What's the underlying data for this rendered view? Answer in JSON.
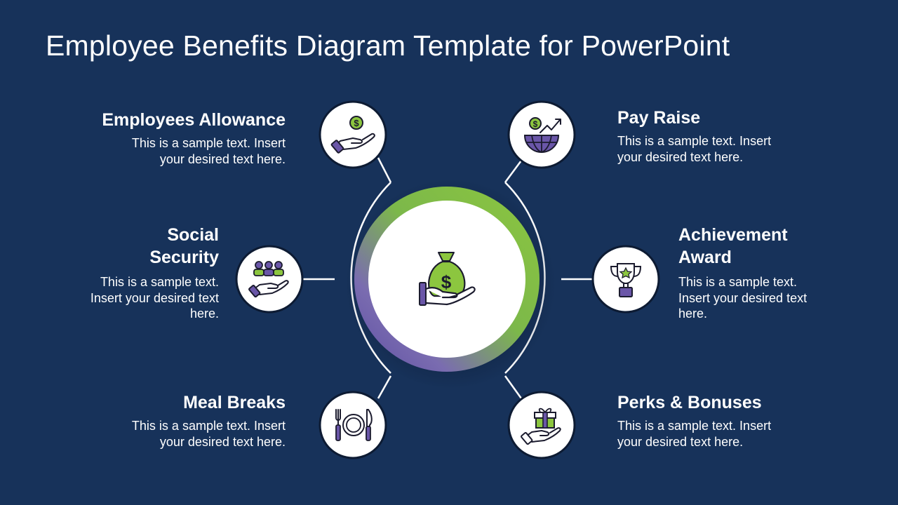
{
  "title": "Employee Benefits Diagram Template for PowerPoint",
  "colors": {
    "background": "#17325a",
    "accent_green": "#8cc63f",
    "accent_purple": "#6a56a8",
    "ring_white": "#ffffff"
  },
  "center": {
    "icon": "money-bag-in-hand-icon",
    "symbol": "$"
  },
  "benefits": [
    {
      "id": "employees-allowance",
      "heading": "Employees Allowance",
      "description": "This is a sample text. Insert your desired text here.",
      "icon": "hand-coin-icon"
    },
    {
      "id": "pay-raise",
      "heading": "Pay Raise",
      "description": "This is a sample text. Insert your desired text here.",
      "icon": "globe-growth-icon"
    },
    {
      "id": "social-security",
      "heading": "Social Security",
      "description": "This is a sample text. Insert your desired text here.",
      "icon": "hand-people-icon"
    },
    {
      "id": "achievement-award",
      "heading": "Achievement Award",
      "description": "This is a sample text. Insert your desired text here.",
      "icon": "trophy-icon"
    },
    {
      "id": "meal-breaks",
      "heading": "Meal Breaks",
      "description": "This is a sample text. Insert your desired text here.",
      "icon": "plate-cutlery-icon"
    },
    {
      "id": "perks-bonuses",
      "heading": "Perks & Bonuses",
      "description": "This is a sample text. Insert your desired text here.",
      "icon": "hand-gift-icon"
    }
  ]
}
